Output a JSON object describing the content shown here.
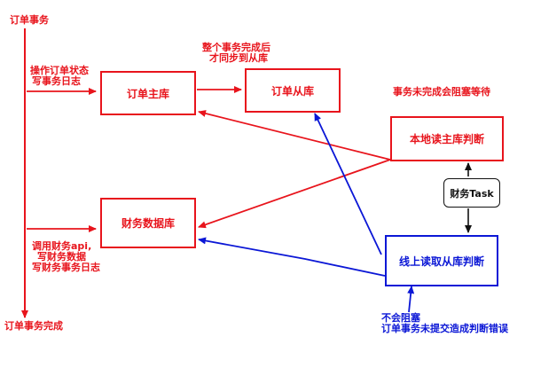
{
  "title": "订单事务",
  "end_label": "订单事务完成",
  "colors": {
    "red": "#e8141c",
    "blue": "#0b17d6",
    "black": "#111111"
  },
  "left_notes": {
    "op_line1": "操作订单状态",
    "op_line2": "写事务日志",
    "fin_line1": "调用财务api,",
    "fin_line2": "写财务数据",
    "fin_line3": "写财务事务日志"
  },
  "nodes": {
    "order_master": "订单主库",
    "order_slave": "订单从库",
    "finance_db": "财务数据库",
    "local_read": "本地读主库判断",
    "online_read": "线上读取从库判断",
    "finance_task": "财务Task"
  },
  "notes": {
    "sync_line1": "整个事务完成后",
    "sync_line2": "才同步到从库",
    "block_wait": "事务未完成会阻塞等待",
    "no_block_line1": "不会阻塞",
    "no_block_line2": "订单事务未提交造成判断错误"
  }
}
